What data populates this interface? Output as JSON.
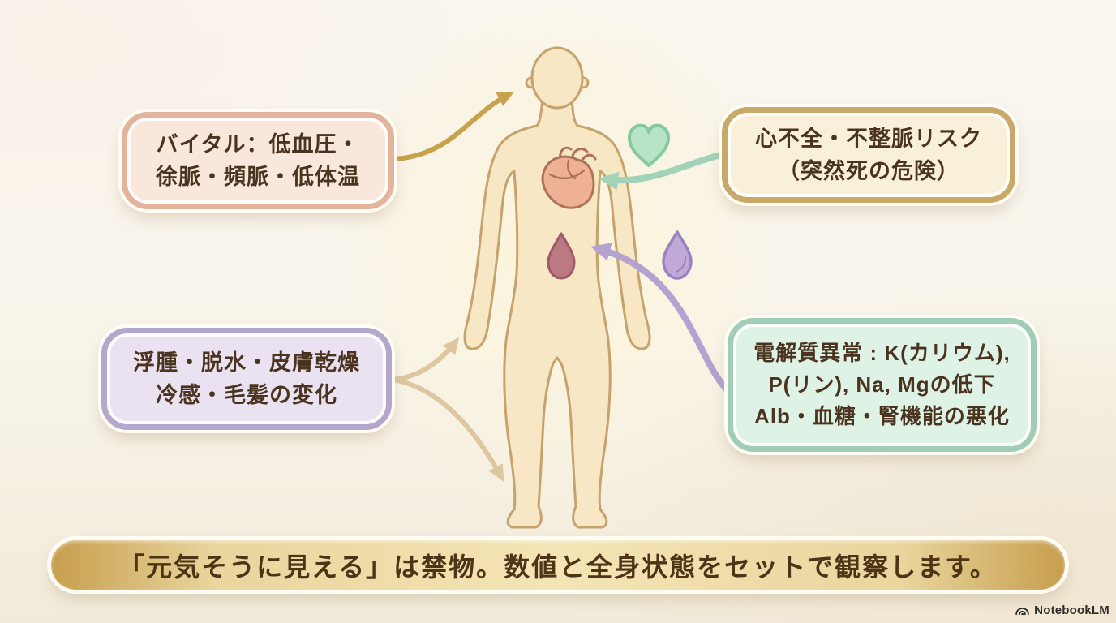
{
  "callouts": [
    {
      "name": "vitals",
      "lines": [
        "バイタル：低血圧・",
        "徐脈・頻脈・低体温"
      ],
      "border_color": "#e3b49c",
      "fill_color": "#f9e7dc",
      "text_color": "#4a3420"
    },
    {
      "name": "cardiac-risk",
      "lines": [
        "心不全・不整脈リスク",
        "（突然死の危険）"
      ],
      "border_color": "#c9a968",
      "fill_color": "#f8f0d8",
      "text_color": "#4a3420"
    },
    {
      "name": "skin-fluid",
      "lines": [
        "浮腫・脱水・皮膚乾燥",
        "冷感・毛髪の変化"
      ],
      "border_color": "#b5a6cc",
      "fill_color": "#eae2f1",
      "text_color": "#4a3420"
    },
    {
      "name": "electrolytes",
      "lines": [
        "電解質異常 : K(カリウム),",
        "P(リン), Na, Mgの低下",
        "Alb・血糖・腎機能の悪化"
      ],
      "border_color": "#a1cdb6",
      "fill_color": "#def3e6",
      "text_color": "#4a3420"
    }
  ],
  "banner": {
    "text": "「元気そうに見える」は禁物。数値と全身状態をセットで観察します。",
    "text_color": "#4e3416",
    "gold_edge": "#c79e4e",
    "gold_mid": "#e9d59d",
    "gold_center": "#f4e5b6"
  },
  "figure": {
    "body_fill": "#f7e7c4",
    "body_stroke": "#c6a26c",
    "heart_organ_fill": "#eeb195",
    "heart_organ_stroke": "#ac7458",
    "red_drop_fill": "#bb7a83",
    "red_drop_stroke": "#9e5a65",
    "heart_badge_fill": "#b7e3c6",
    "heart_badge_stroke": "#86c8a4",
    "purple_drop_fill": "#c0a9d8",
    "purple_drop_stroke": "#9a82bd",
    "arrow_gold": "#c7a14c",
    "arrow_tan": "#ddc6a0",
    "arrow_mint": "#a2d3b9",
    "arrow_purple": "#b4a2d1"
  },
  "watermark": {
    "text": "NotebookLM",
    "color": "#2e2b28"
  }
}
